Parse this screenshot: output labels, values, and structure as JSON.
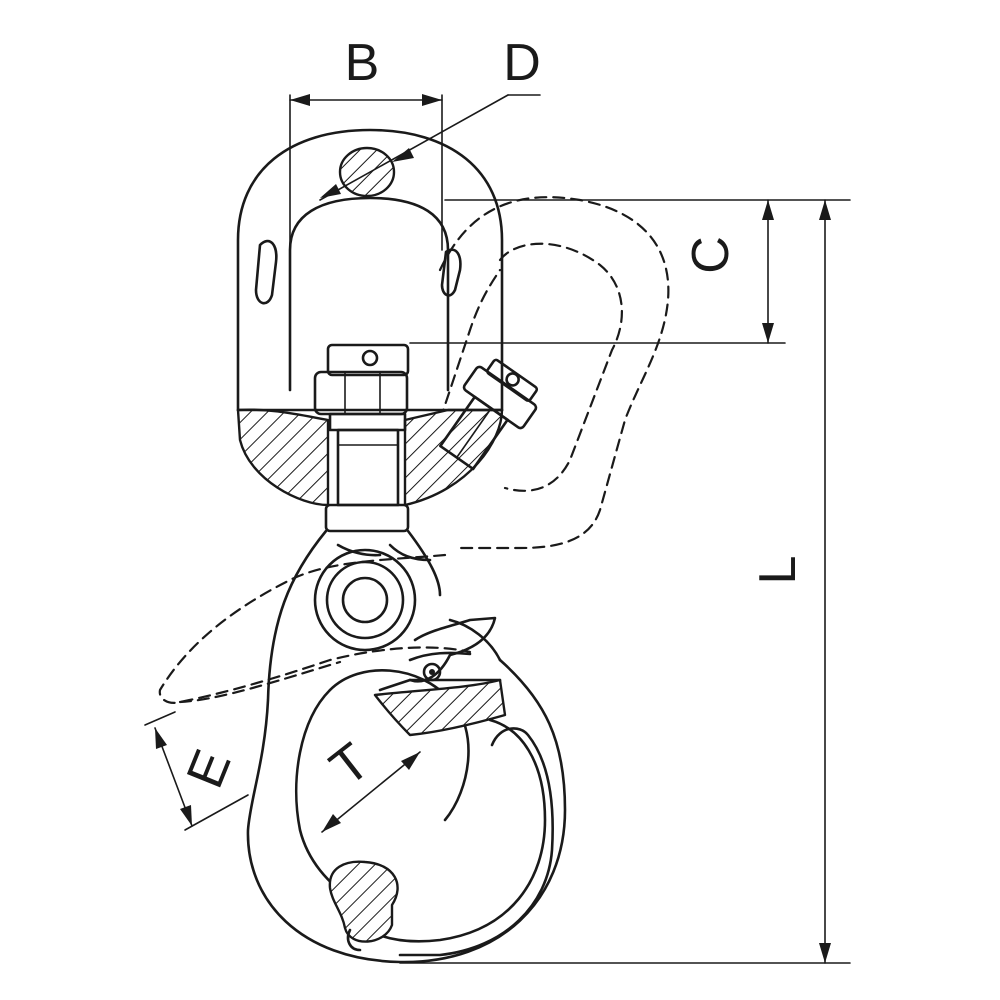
{
  "diagram": {
    "labels": {
      "B": "B",
      "C": "C",
      "D": "D",
      "E": "E",
      "T": "T",
      "L": "L"
    }
  }
}
